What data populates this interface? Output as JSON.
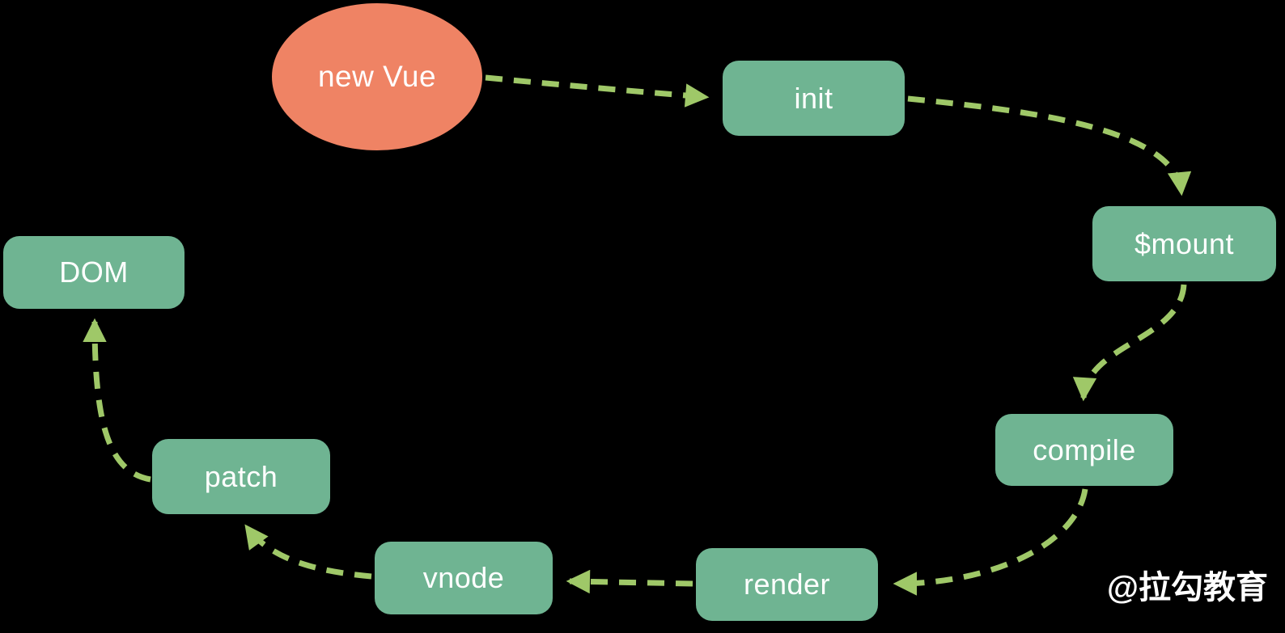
{
  "diagram": {
    "type": "flowchart",
    "background": "#000000",
    "colors": {
      "node_fill": "#6FB492",
      "start_node_fill": "#EF8364",
      "arrow": "#9FC868",
      "text": "#FFFFFF"
    },
    "nodes": {
      "new_vue": {
        "label": "new Vue",
        "shape": "ellipse"
      },
      "init": {
        "label": "init",
        "shape": "rounded-rect"
      },
      "mount": {
        "label": "$mount",
        "shape": "rounded-rect"
      },
      "compile": {
        "label": "compile",
        "shape": "rounded-rect"
      },
      "render": {
        "label": "render",
        "shape": "rounded-rect"
      },
      "vnode": {
        "label": "vnode",
        "shape": "rounded-rect"
      },
      "patch": {
        "label": "patch",
        "shape": "rounded-rect"
      },
      "dom": {
        "label": "DOM",
        "shape": "rounded-rect"
      }
    },
    "edges": [
      {
        "from": "new_vue",
        "to": "init"
      },
      {
        "from": "init",
        "to": "mount"
      },
      {
        "from": "mount",
        "to": "compile"
      },
      {
        "from": "compile",
        "to": "render"
      },
      {
        "from": "render",
        "to": "vnode"
      },
      {
        "from": "vnode",
        "to": "patch"
      },
      {
        "from": "patch",
        "to": "dom"
      }
    ],
    "watermark": "@拉勾教育"
  }
}
